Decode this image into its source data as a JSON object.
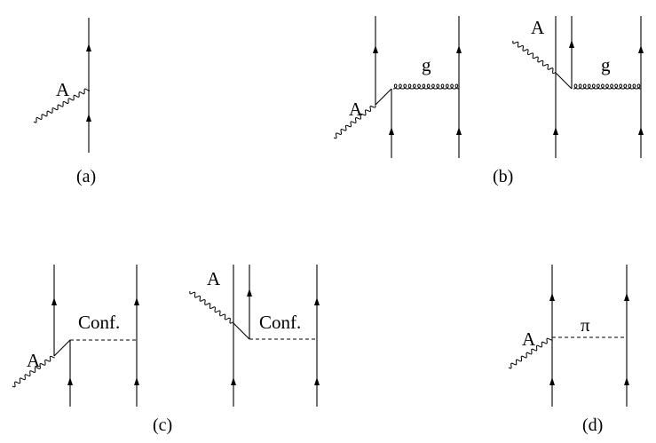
{
  "panels": {
    "a": {
      "caption": "(a)",
      "photon_label": "A"
    },
    "b": {
      "caption": "(b)",
      "photon_label_1": "A",
      "gluon_label_1": "g",
      "photon_label_2": "A",
      "gluon_label_2": "g"
    },
    "c": {
      "caption": "(c)",
      "photon_label_1": "A",
      "exchange_label_1": "Conf.",
      "photon_label_2": "A",
      "exchange_label_2": "Conf."
    },
    "d": {
      "caption": "(d)",
      "photon_label": "A",
      "exchange_label": "π"
    }
  }
}
